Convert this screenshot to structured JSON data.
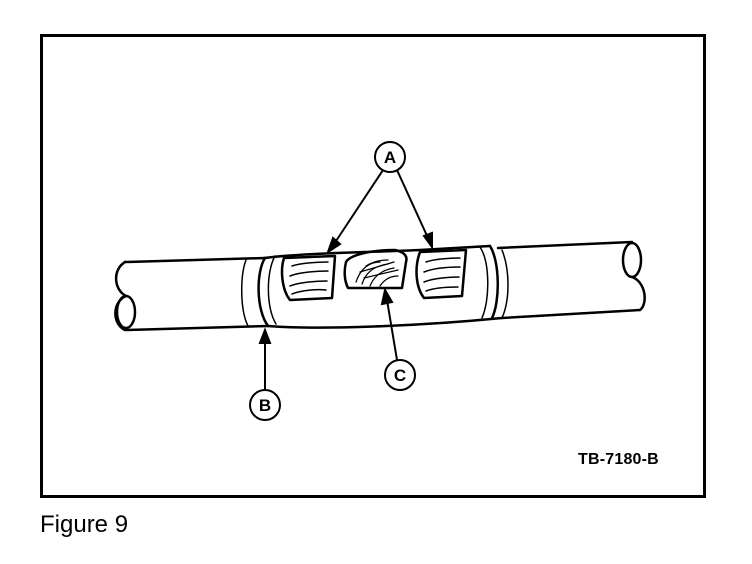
{
  "callouts": {
    "a": "A",
    "b": "B",
    "c": "C"
  },
  "drawing_number": "TB-7180-B",
  "caption": "Figure 9",
  "colors": {
    "line": "#000000",
    "background": "#ffffff"
  }
}
